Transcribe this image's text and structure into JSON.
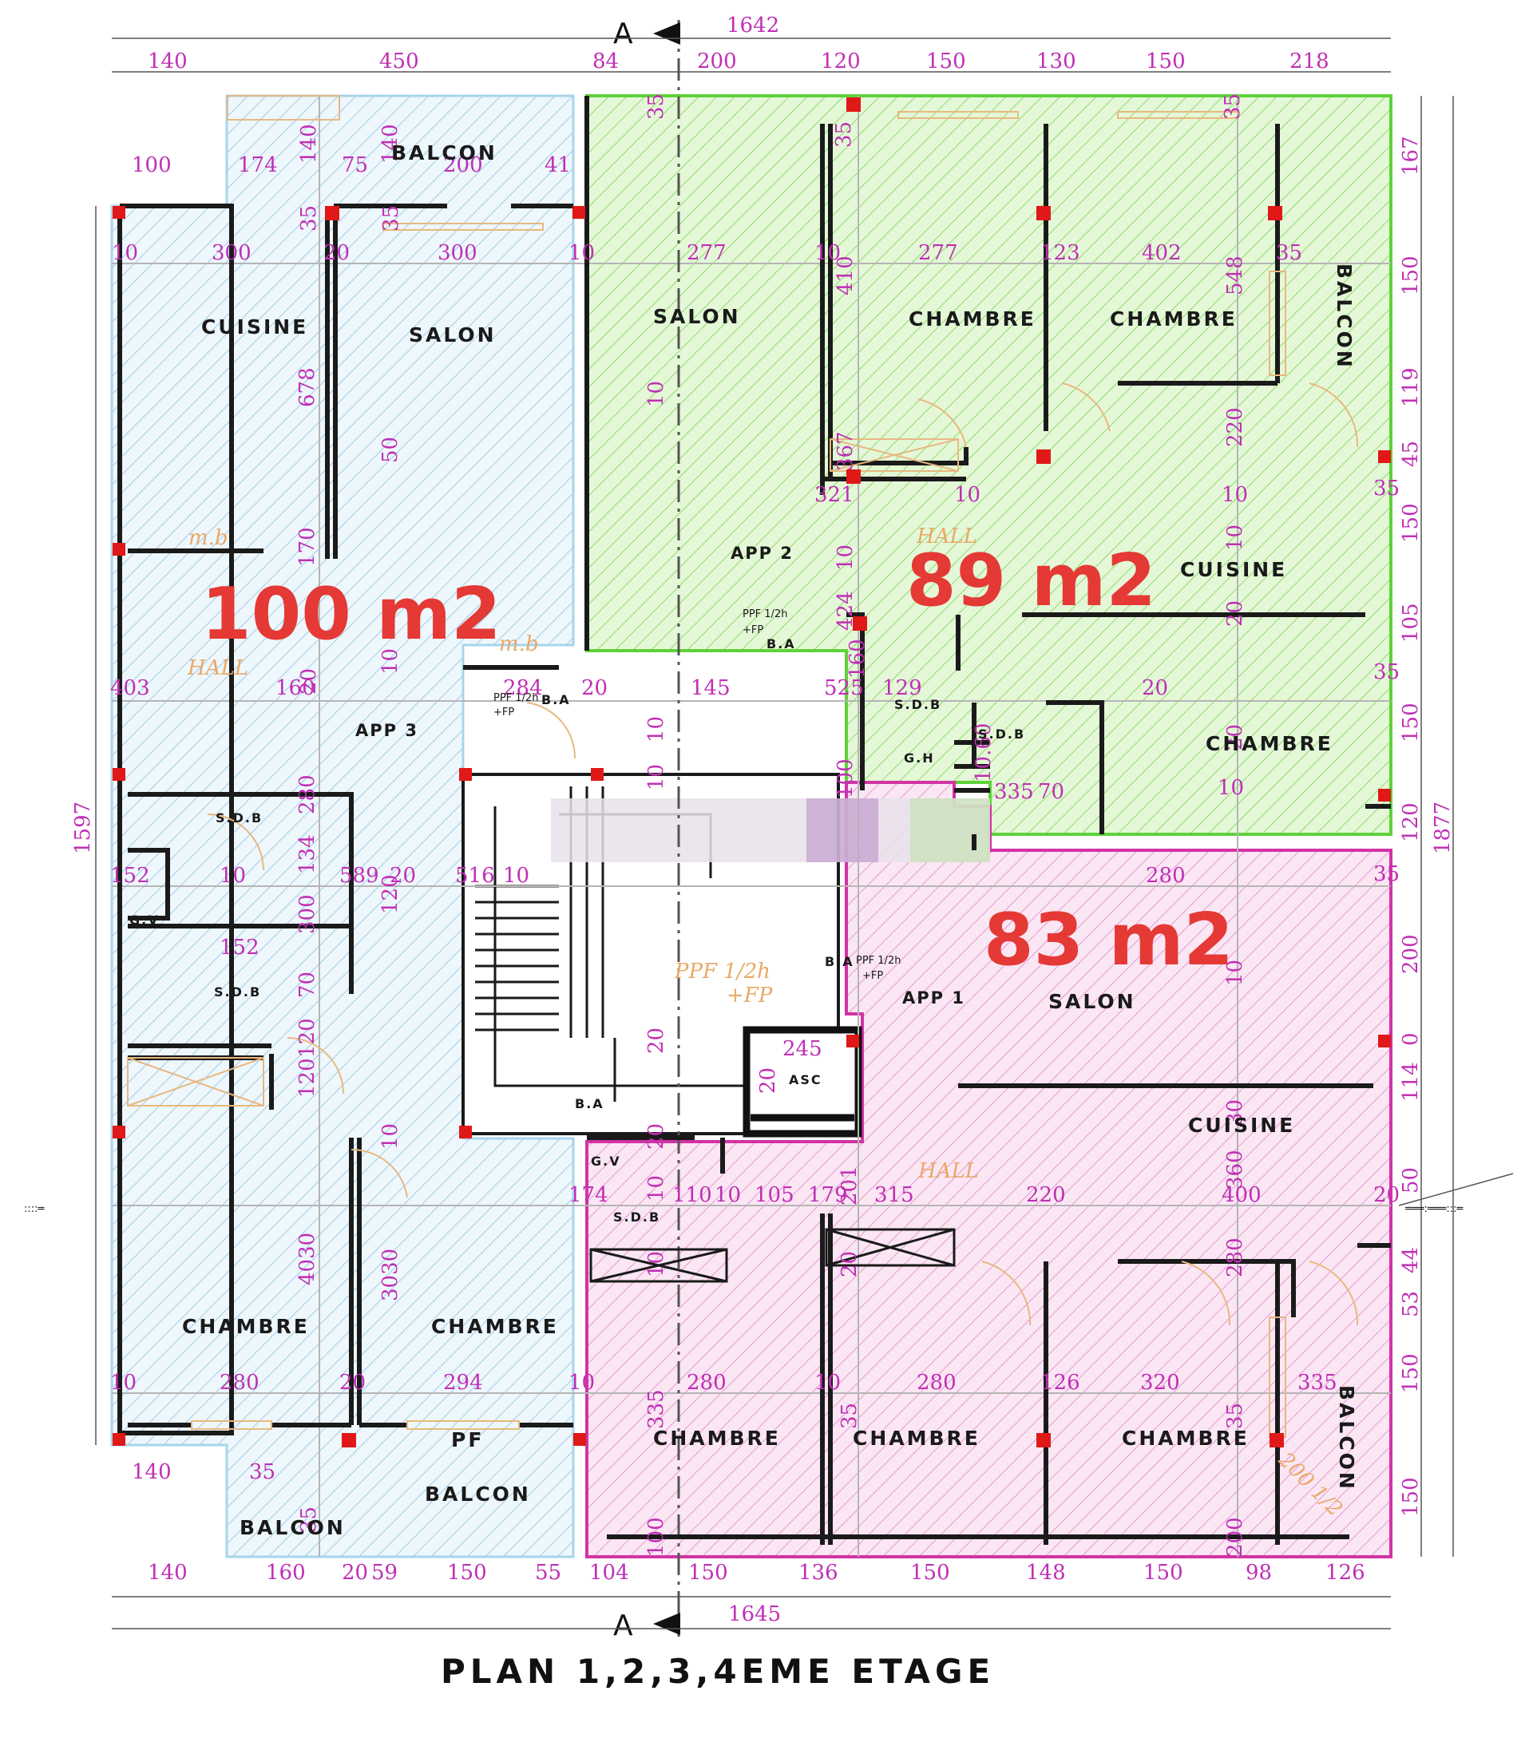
{
  "plan": {
    "title": "PLAN 1,2,3,4EME ETAGE",
    "section_top": "A",
    "section_bottom": "A"
  },
  "colors": {
    "app3": "#cfe6f2",
    "app2": "#b7ef9c",
    "app1": "#f3c4e6",
    "dimension": "#c02fb5",
    "area_label": "#e53935",
    "hall": "#e8a968",
    "column": "#e01818"
  },
  "apartments": {
    "app3": {
      "label": "APP 3",
      "area": "100 m2"
    },
    "app2": {
      "label": "APP 2",
      "area": "89 m2"
    },
    "app1": {
      "label": "APP 1",
      "area": "83 m2"
    }
  },
  "rooms": {
    "cuisine_3": "CUISINE",
    "salon_3": "SALON",
    "balcon_3_top": "BALCON",
    "sdb_3a": "S.D.B",
    "sdb_3b": "S.D.B",
    "gv_3": "G.V",
    "chambre_3a": "CHAMBRE",
    "chambre_3b": "CHAMBRE",
    "balcon_3_bottom_a": "BALCON",
    "balcon_3_bottom_b": "BALCON",
    "pf": "PF",
    "hall_3": "HALL",
    "mb_1": "m.b",
    "mb_2": "m.b",
    "salon_2": "SALON",
    "chambre_2a": "CHAMBRE",
    "chambre_2b": "CHAMBRE",
    "balcon_2": "BALCON",
    "cuisine_2": "CUISINE",
    "hall_2": "HALL",
    "sdb_2a": "S.D.B",
    "sdb_2b": "S.D.B",
    "gh_2": "G.H",
    "chambre_2c": "CHAMBRE",
    "salon_1": "SALON",
    "cuisine_1": "CUISINE",
    "hall_1": "HALL",
    "sdb_1": "S.D.B",
    "gv_1": "G.V",
    "chambre_1a": "CHAMBRE",
    "chambre_1b": "CHAMBRE",
    "chambre_1c": "CHAMBRE",
    "balcon_1": "BALCON",
    "asc": "ASC",
    "ba_1": "B.A",
    "ba_2": "B.A",
    "ba_3": "B.A",
    "ba_4": "B.A",
    "ppf_1": "PPF 1/2h",
    "ppf_1b": "+FP",
    "ppf_small_1": "PPF 1/2h",
    "ppf_small_1b": "+FP",
    "ppf_small_2": "PPF 1/2h",
    "ppf_small_2b": "+FP",
    "ppf_small_3": "PPF 1/2h",
    "ppf_small_3b": "+FP",
    "balcon_dim": "200 1/2"
  },
  "dimensions": {
    "top_total": "1642",
    "top": [
      "140",
      "450",
      "84",
      "200",
      "120",
      "150",
      "130",
      "150",
      "218"
    ],
    "bottom_total": "1645",
    "bottom": [
      "140",
      "160",
      "20",
      "59",
      "150",
      "55",
      "104",
      "150",
      "136",
      "150",
      "148",
      "150",
      "98",
      "126"
    ],
    "left_total": "1597",
    "right_total": "1877",
    "right": [
      "167",
      "150",
      "119",
      "45",
      "150",
      "105",
      "150",
      "120",
      "200",
      "0",
      "114",
      "50",
      "44",
      "53",
      "150",
      "150"
    ],
    "interior": [
      "100",
      "174",
      "140",
      "75",
      "140",
      "200",
      "41",
      "35",
      "35",
      "35",
      "35",
      "35",
      "35",
      "35",
      "35",
      "35",
      "20",
      "260",
      "10",
      "300",
      "20",
      "300",
      "10",
      "277",
      "10",
      "277",
      "123",
      "402",
      "402",
      "410",
      "548",
      "678",
      "50",
      "10",
      "367",
      "321",
      "10",
      "10",
      "220",
      "170",
      "10",
      "10",
      "10",
      "20",
      "424",
      "403",
      "160",
      "20",
      "284",
      "20",
      "145",
      "525",
      "129",
      "20",
      "10",
      "10",
      "160",
      "100",
      "10.60",
      "335",
      "70",
      "10",
      "20",
      "280",
      "152",
      "10",
      "134",
      "589",
      "20",
      "120",
      "516",
      "10",
      "280",
      "300",
      "152",
      "10",
      "70",
      "120",
      "120",
      "245",
      "20",
      "20",
      "10",
      "20",
      "30",
      "174",
      "10",
      "110",
      "10",
      "105",
      "179",
      "201",
      "315",
      "220",
      "400",
      "360",
      "4030",
      "3030",
      "10",
      "20",
      "280",
      "10",
      "280",
      "20",
      "294",
      "10",
      "280",
      "10",
      "280",
      "126",
      "320",
      "335",
      "335",
      "35",
      "35",
      "100",
      "200",
      "140",
      "35",
      "35"
    ]
  }
}
